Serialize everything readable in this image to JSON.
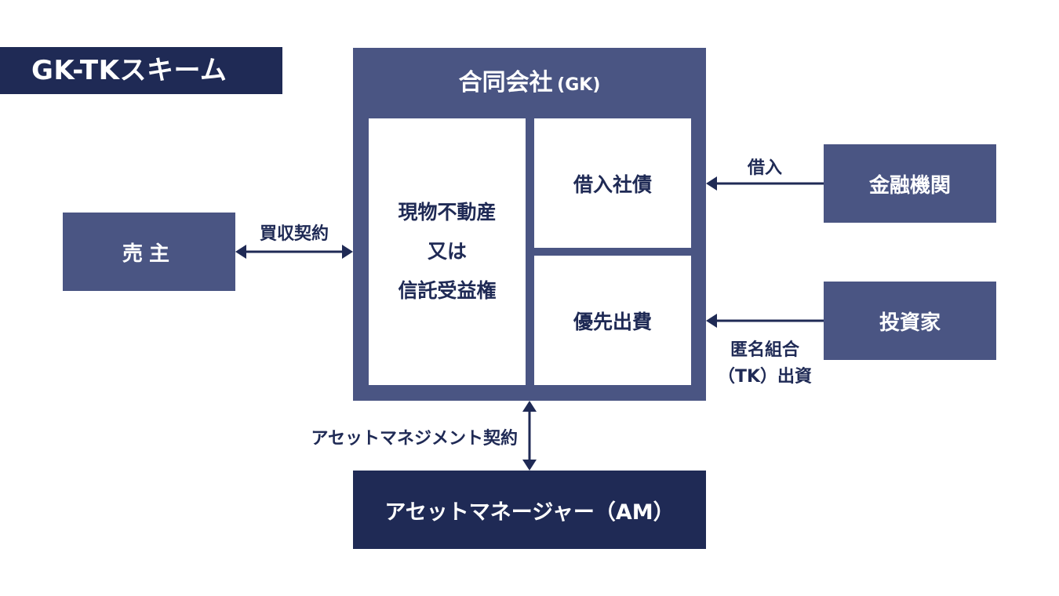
{
  "title": "GK-TKスキーム",
  "gk": {
    "name": "合同会社",
    "abbr": "(GK)"
  },
  "asset": {
    "line1": "現物不動産",
    "line2": "又は",
    "line3": "信託受益権"
  },
  "debt": "借入社債",
  "preferred": "優先出費",
  "seller": "売主",
  "bank": "金融機関",
  "investor": "投資家",
  "asset_manager": "アセットマネージャー（AM）",
  "labels": {
    "purchase_contract": "買収契約",
    "loan": "借入",
    "tk_line1": "匿名組合",
    "tk_line2": "（TK）出資",
    "am_contract": "アセットマネジメント契約"
  },
  "colors": {
    "dark_navy": "#1f2a55",
    "mid_navy": "#4a5583",
    "white": "#ffffff"
  }
}
